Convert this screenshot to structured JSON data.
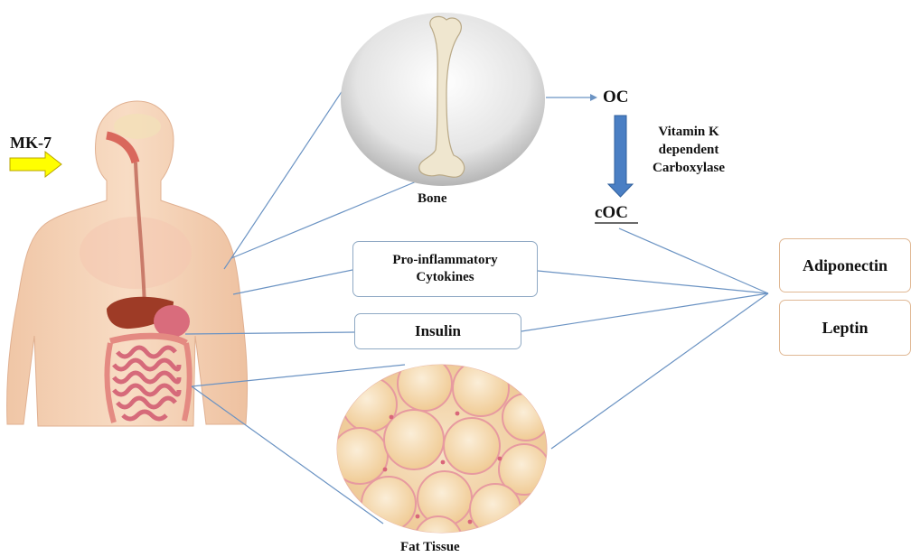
{
  "arrow_label": "MK-7",
  "organs": {
    "bone": "Bone",
    "fat_tissue": "Fat Tissue"
  },
  "pathway": {
    "oc": "OC",
    "enzyme_line1": "Vitamin K",
    "enzyme_line2": "dependent",
    "enzyme_line3": "Carboxylase",
    "coc": "cOC"
  },
  "boxes": {
    "cytokines_line1": "Pro-inflammatory",
    "cytokines_line2": "Cytokines",
    "insulin": "Insulin",
    "adiponectin": "Adiponectin",
    "leptin": "Leptin"
  },
  "colors": {
    "connector": "#6b93c3",
    "process_arrow": "#4a7fc4",
    "mk7_arrow": "#ffff00",
    "box_border_blue": "#8fa9c4",
    "box_border_tan": "#e0b894"
  }
}
